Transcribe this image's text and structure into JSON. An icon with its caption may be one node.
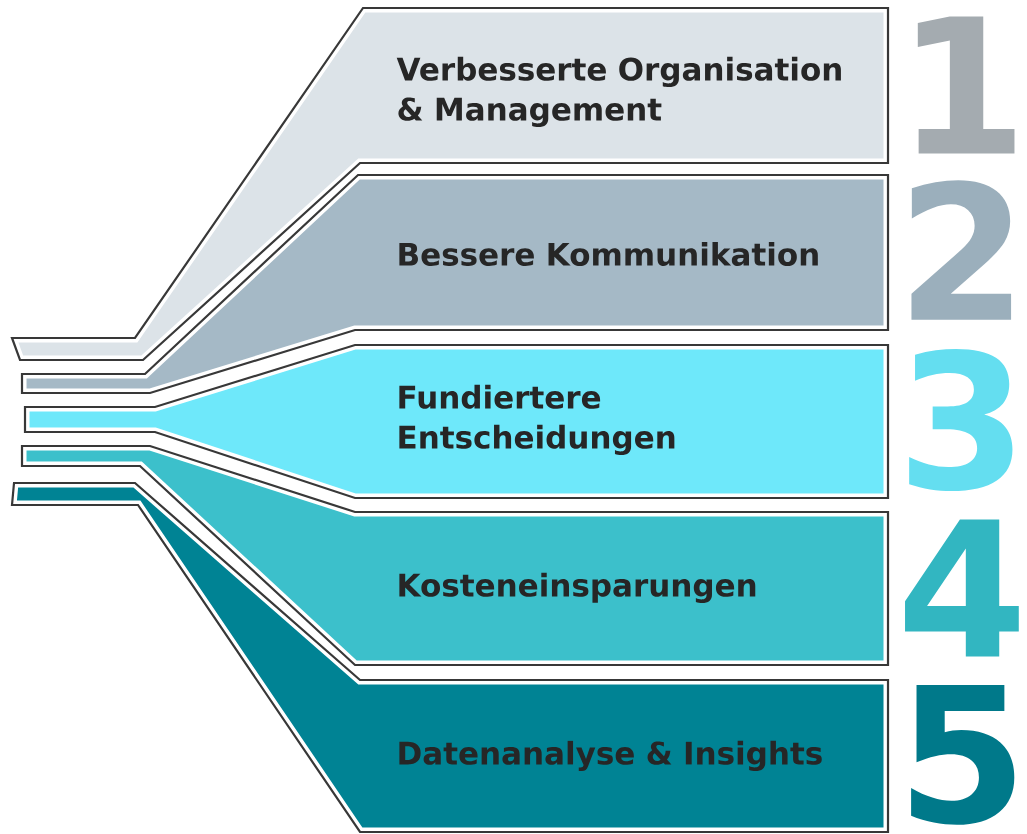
{
  "diagram": {
    "nodes": [
      {
        "text": [
          "Verbesserte Organisation & Management",
          "1"
        ]
      },
      {
        "text": [
          "Bessere Kommunikation",
          "2"
        ]
      },
      {
        "text": [
          "Fundiertere Entscheidungen",
          "3"
        ]
      },
      {
        "text": [
          "Kosteneinsparungen",
          "4"
        ]
      },
      {
        "text": [
          "Datenanalyse & Insights",
          "5"
        ]
      }
    ]
  }
}
